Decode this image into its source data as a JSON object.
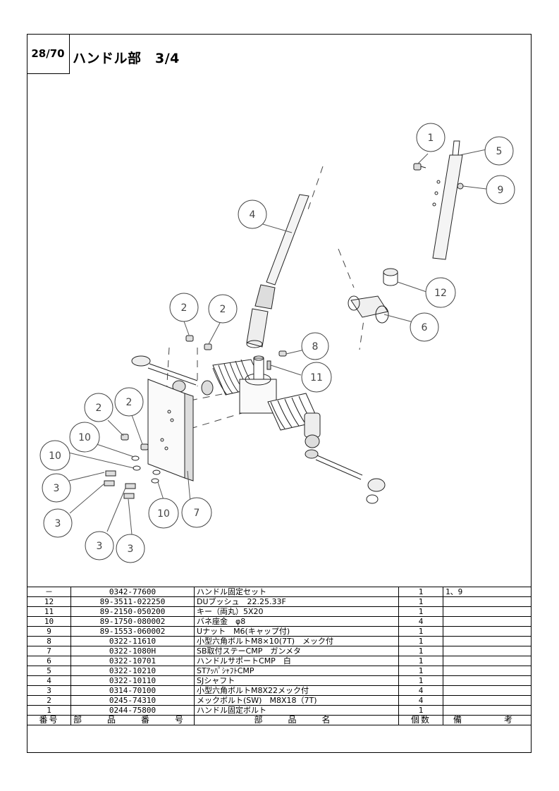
{
  "header": {
    "page": "28/70",
    "title": "ハンドル部　3/4"
  },
  "callouts": [
    "1",
    "2",
    "3",
    "4",
    "5",
    "6",
    "7",
    "8",
    "9",
    "10",
    "11",
    "12"
  ],
  "table": {
    "headers": {
      "no": "番号",
      "part_no": "部　品　番　号",
      "name": "部　品　名",
      "qty": "個数",
      "note": "備　　考"
    },
    "rows": [
      {
        "no": "－",
        "part_no": "0342-77600",
        "name": "ハンドル固定セット",
        "qty": "1",
        "note": "1、9"
      },
      {
        "no": "12",
        "part_no": "89-3511-022250",
        "name": "DUブッシュ　22.25.33F",
        "qty": "1",
        "note": ""
      },
      {
        "no": "11",
        "part_no": "89-2150-050200",
        "name": "キー（両丸）5X20",
        "qty": "1",
        "note": ""
      },
      {
        "no": "10",
        "part_no": "89-1750-080002",
        "name": "バネ座金　φ8",
        "qty": "4",
        "note": ""
      },
      {
        "no": "9",
        "part_no": "89-1553-060002",
        "name": "Uナット　M6(キャップ付)",
        "qty": "1",
        "note": ""
      },
      {
        "no": "8",
        "part_no": "0322-11610",
        "name": "小型六角ボルトM8×10(7T)　メック付",
        "qty": "1",
        "note": ""
      },
      {
        "no": "7",
        "part_no": "0322-1080H",
        "name": "SB取付ステーCMP　ガンメタ",
        "qty": "1",
        "note": ""
      },
      {
        "no": "6",
        "part_no": "0322-10701",
        "name": "ハンドルサポートCMP　白",
        "qty": "1",
        "note": ""
      },
      {
        "no": "5",
        "part_no": "0322-10210",
        "name": "STｱｯﾊﾟｼｬﾌﾄCMP",
        "qty": "1",
        "note": ""
      },
      {
        "no": "4",
        "part_no": "0322-10110",
        "name": "SJシャフト",
        "qty": "1",
        "note": ""
      },
      {
        "no": "3",
        "part_no": "0314-70100",
        "name": "小型六角ボルトM8X22メック付",
        "qty": "4",
        "note": ""
      },
      {
        "no": "2",
        "part_no": "0245-74310",
        "name": "メックボルト(SW)　M8X18（7T)",
        "qty": "4",
        "note": ""
      },
      {
        "no": "1",
        "part_no": "0244-75800",
        "name": "ハンドル固定ボルト",
        "qty": "1",
        "note": ""
      }
    ]
  }
}
